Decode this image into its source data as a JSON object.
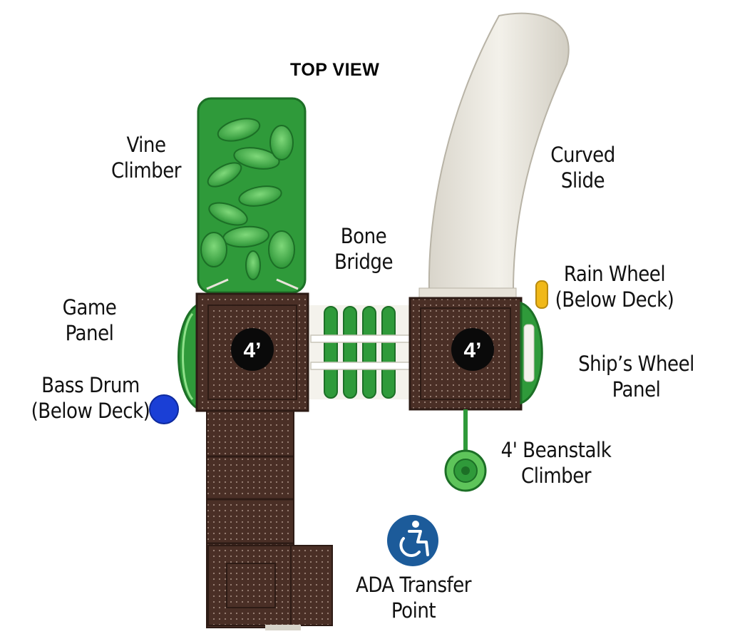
{
  "title": "TOP VIEW",
  "labels": {
    "vine_climber": [
      "Vine",
      "Climber"
    ],
    "curved_slide": [
      "Curved",
      "Slide"
    ],
    "bone_bridge": [
      "Bone",
      "Bridge"
    ],
    "rain_wheel": [
      "Rain Wheel",
      "(Below Deck)"
    ],
    "game_panel": [
      "Game",
      "Panel"
    ],
    "ships_wheel": [
      "Ship’s Wheel",
      "Panel"
    ],
    "bass_drum": [
      "Bass Drum",
      "(Below Deck)"
    ],
    "beanstalk": [
      "4' Beanstalk",
      "Climber"
    ],
    "ada": [
      "ADA Transfer",
      "Point"
    ]
  },
  "decks": [
    {
      "height": "4’"
    },
    {
      "height": "4’"
    }
  ],
  "colors": {
    "deck": "#4a2f26",
    "green": "#2e9e3a",
    "slide": "#ebe8df",
    "blue": "#1a3fd6",
    "yellow": "#f0b818",
    "ada_blue": "#1c5b9a"
  }
}
